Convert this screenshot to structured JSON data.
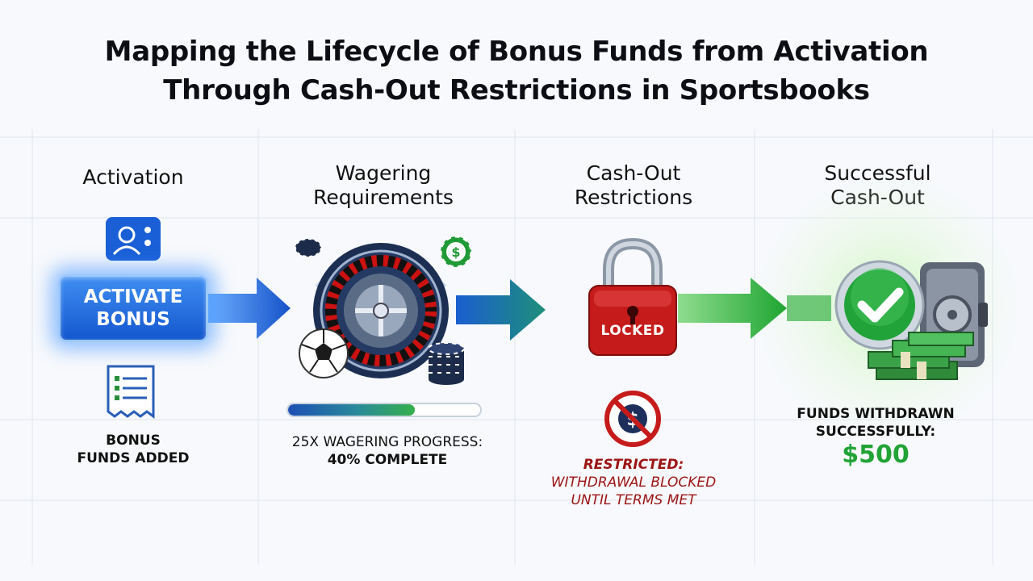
{
  "title": {
    "line1": "Mapping the Lifecycle of Bonus Funds from Activation",
    "line2": "Through Cash-Out Restrictions in Sportsbooks"
  },
  "stages": {
    "activation": {
      "heading": "Activation",
      "button_line1": "ACTIVATE",
      "button_line2": "BONUS",
      "caption_line1": "BONUS",
      "caption_line2": "FUNDS ADDED",
      "icons": [
        "user-profile-icon",
        "checklist-document-icon"
      ]
    },
    "wagering": {
      "heading_line1": "Wagering",
      "heading_line2": "Requirements",
      "caption_line1": "25x WAGERING PROGRESS:",
      "caption_line2": "40% COMPLETE",
      "progress_fraction": 0.66,
      "icons": [
        "roulette-wheel-icon",
        "soccer-ball-icon",
        "poker-chips-icon",
        "dollar-chip-icon"
      ]
    },
    "cashout": {
      "heading_line1": "Cash-Out",
      "heading_line2": "Restrictions",
      "lock_label": "LOCKED",
      "caption_line1": "RESTRICTED:",
      "caption_line2": "WITHDRAWAL BLOCKED",
      "caption_line3": "UNTIL TERMS MET",
      "icons": [
        "padlock-icon",
        "no-dollar-icon"
      ]
    },
    "success": {
      "heading_line1": "Successful",
      "heading_line2": "Cash-Out",
      "caption_line1": "FUNDS WITHDRAWN",
      "caption_line2": "SUCCESSFULLY:",
      "amount": "$500",
      "icons": [
        "checkmark-icon",
        "vault-icon",
        "cash-stack-icon"
      ]
    }
  },
  "colors": {
    "blue_accent": "#1a5fd6",
    "green_accent": "#25a83b",
    "red_accent": "#c61b1b"
  }
}
